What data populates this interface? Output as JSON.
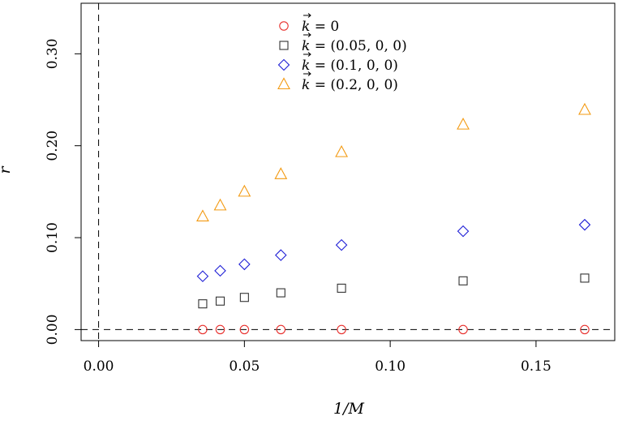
{
  "chart_data": {
    "type": "scatter",
    "title": "",
    "xlabel": "1/M",
    "ylabel": "r",
    "xlim": [
      -0.006,
      0.177
    ],
    "ylim": [
      -0.012,
      0.355
    ],
    "x_ticks": [
      0.0,
      0.05,
      0.1,
      0.15
    ],
    "x_tick_labels": [
      "0.00",
      "0.05",
      "0.10",
      "0.15"
    ],
    "y_ticks": [
      0.0,
      0.1,
      0.2,
      0.3
    ],
    "y_tick_labels": [
      "0.00",
      "0.10",
      "0.20",
      "0.30"
    ],
    "reference_lines": {
      "vertical_x": 0,
      "horizontal_y": 0,
      "style": "dashed"
    },
    "grid": false,
    "legend_position": "top-center",
    "x": [
      0.0357,
      0.0417,
      0.05,
      0.0625,
      0.0833,
      0.125,
      0.1667
    ],
    "series": [
      {
        "name": "k⃗ = 0",
        "legend_parts": [
          "k",
          " = 0"
        ],
        "marker": "circle",
        "color": "#e8312e",
        "values": [
          0.0,
          0.0,
          0.0,
          0.0,
          0.0,
          0.0,
          0.0
        ]
      },
      {
        "name": "k⃗ = (0.05, 0, 0)",
        "legend_parts": [
          "k",
          " = (0.05, 0, 0)"
        ],
        "marker": "square",
        "color": "#333333",
        "values": [
          0.028,
          0.031,
          0.035,
          0.04,
          0.045,
          0.053,
          0.056
        ]
      },
      {
        "name": "k⃗ = (0.1, 0, 0)",
        "legend_parts": [
          "k",
          " = (0.1, 0, 0)"
        ],
        "marker": "diamond",
        "color": "#1f1fd6",
        "values": [
          0.058,
          0.064,
          0.071,
          0.081,
          0.092,
          0.107,
          0.114
        ]
      },
      {
        "name": "k⃗ = (0.2, 0, 0)",
        "legend_parts": [
          "k",
          " = (0.2, 0, 0)"
        ],
        "marker": "triangle",
        "color": "#f39a12",
        "values": [
          0.123,
          0.135,
          0.15,
          0.169,
          0.193,
          0.223,
          0.239
        ]
      }
    ]
  }
}
